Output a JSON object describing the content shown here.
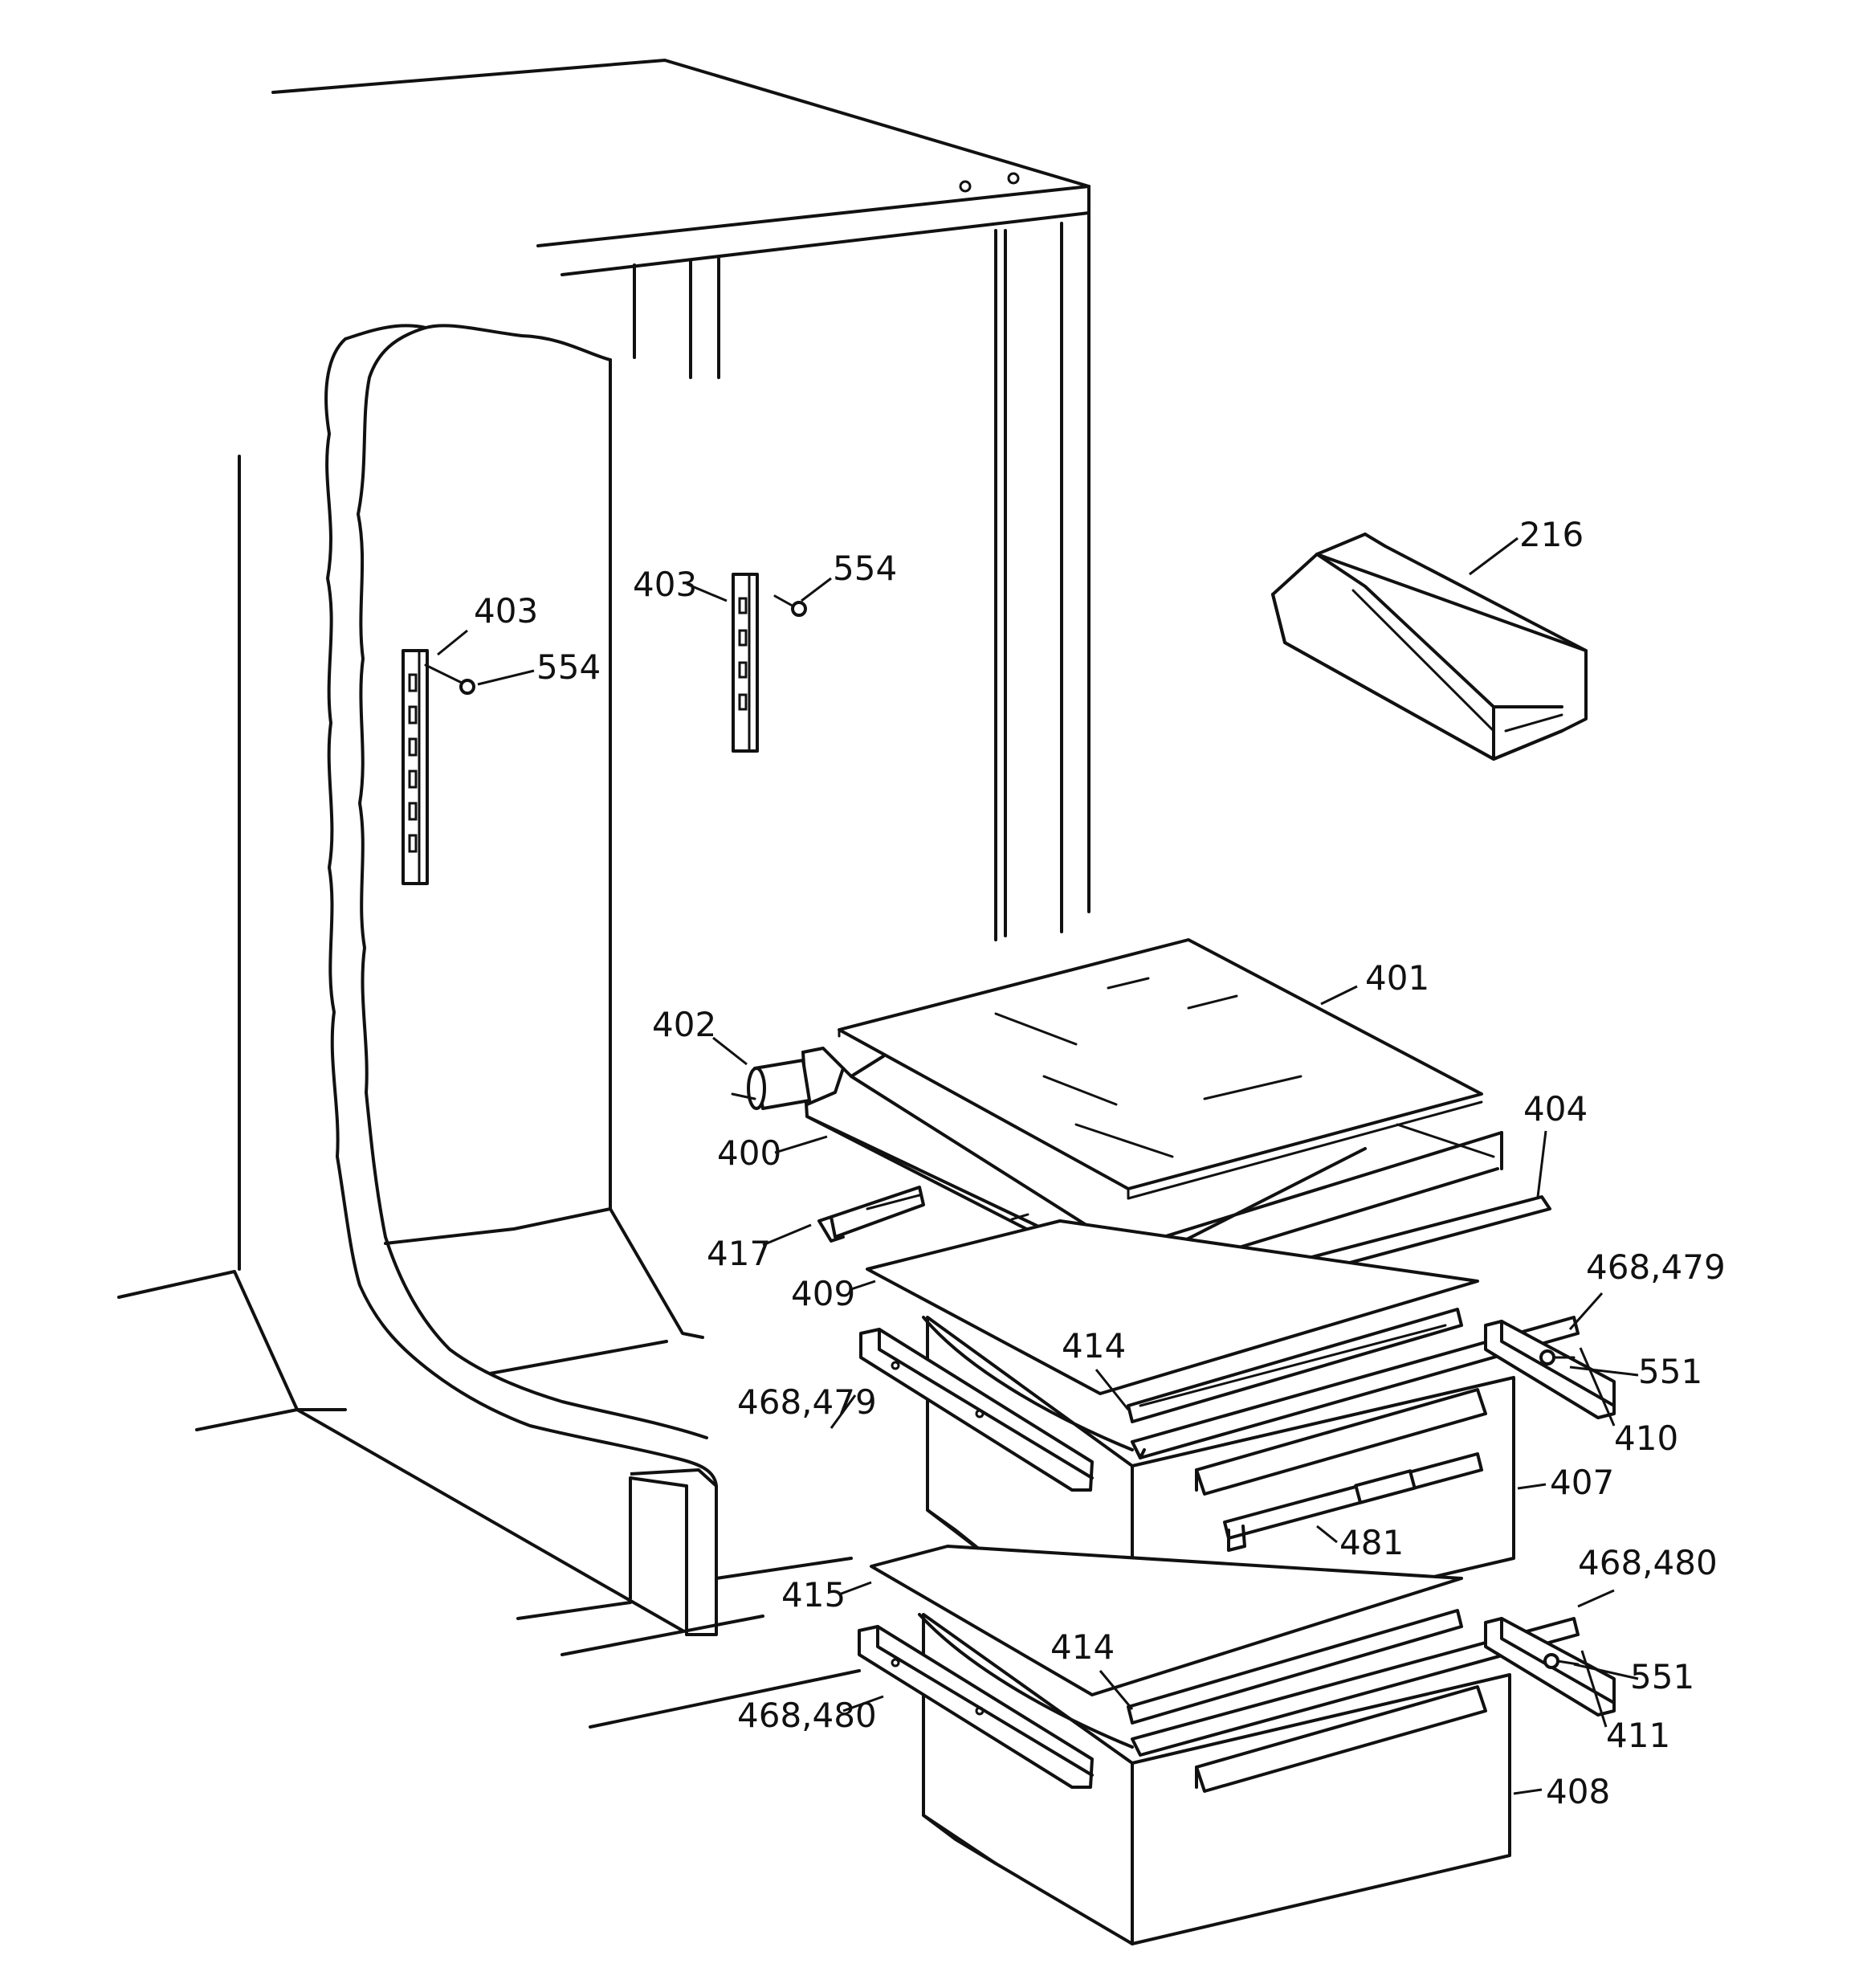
{
  "callouts": [
    {
      "id": "c216",
      "text": "216"
    },
    {
      "id": "c403a",
      "text": "403"
    },
    {
      "id": "c554a",
      "text": "554"
    },
    {
      "id": "c403b",
      "text": "403"
    },
    {
      "id": "c554b",
      "text": "554"
    },
    {
      "id": "c402",
      "text": "402"
    },
    {
      "id": "c401",
      "text": "401"
    },
    {
      "id": "c400",
      "text": "400"
    },
    {
      "id": "c404",
      "text": "404"
    },
    {
      "id": "c417",
      "text": "417"
    },
    {
      "id": "c468_479a",
      "text": "468,479"
    },
    {
      "id": "c409",
      "text": "409"
    },
    {
      "id": "c414a",
      "text": "414"
    },
    {
      "id": "c551a",
      "text": "551"
    },
    {
      "id": "c468_479b",
      "text": "468,479"
    },
    {
      "id": "c410",
      "text": "410"
    },
    {
      "id": "c407",
      "text": "407"
    },
    {
      "id": "c481",
      "text": "481"
    },
    {
      "id": "c468_480a",
      "text": "468,480"
    },
    {
      "id": "c415",
      "text": "415"
    },
    {
      "id": "c414b",
      "text": "414"
    },
    {
      "id": "c551b",
      "text": "551"
    },
    {
      "id": "c468_480b",
      "text": "468,480"
    },
    {
      "id": "c411",
      "text": "411"
    },
    {
      "id": "c408",
      "text": "408"
    }
  ]
}
